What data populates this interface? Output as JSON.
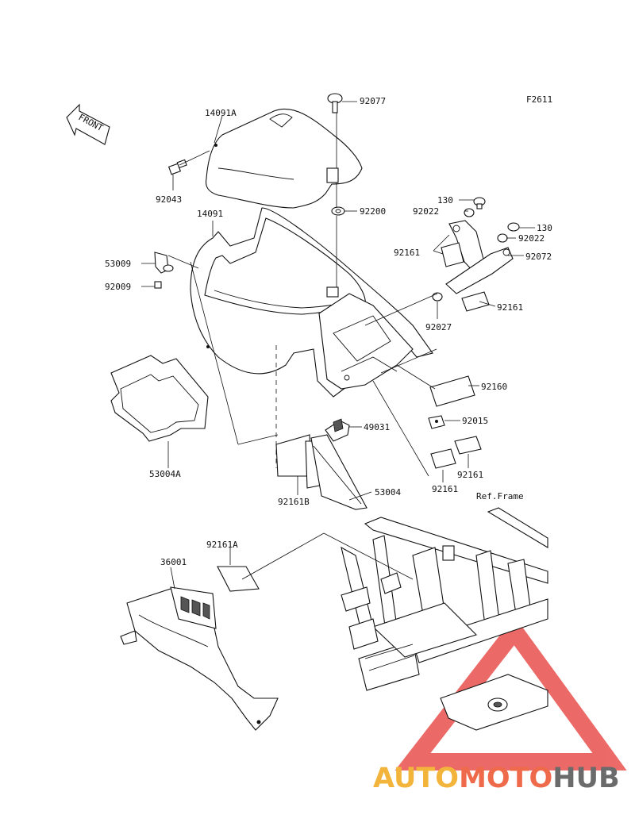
{
  "figure_code": "F2611",
  "front_label": "FRONT",
  "ref_label": "Ref.Frame",
  "watermark": {
    "part1": "AUTO",
    "part2": "MOTO",
    "part3": "HUB",
    "color1": "#f2b43a",
    "color2": "#ee6a4a",
    "color3": "#6b6b6b",
    "triangle_color": "#e53935"
  },
  "parts": [
    {
      "id": "14091A",
      "label": "14091A"
    },
    {
      "id": "92077",
      "label": "92077"
    },
    {
      "id": "92043",
      "label": "92043"
    },
    {
      "id": "92200",
      "label": "92200"
    },
    {
      "id": "14091",
      "label": "14091"
    },
    {
      "id": "130a",
      "label": "130"
    },
    {
      "id": "92022a",
      "label": "92022"
    },
    {
      "id": "130b",
      "label": "130"
    },
    {
      "id": "92022b",
      "label": "92022"
    },
    {
      "id": "53009",
      "label": "53009"
    },
    {
      "id": "92161a",
      "label": "92161"
    },
    {
      "id": "92072",
      "label": "92072"
    },
    {
      "id": "92009",
      "label": "92009"
    },
    {
      "id": "92161b",
      "label": "92161"
    },
    {
      "id": "92027",
      "label": "92027"
    },
    {
      "id": "92160",
      "label": "92160"
    },
    {
      "id": "92015",
      "label": "92015"
    },
    {
      "id": "49031",
      "label": "49031"
    },
    {
      "id": "53004A",
      "label": "53004A"
    },
    {
      "id": "92161c",
      "label": "92161"
    },
    {
      "id": "92161d",
      "label": "92161"
    },
    {
      "id": "92161B",
      "label": "92161B"
    },
    {
      "id": "53004",
      "label": "53004"
    },
    {
      "id": "92161A",
      "label": "92161A"
    },
    {
      "id": "36001",
      "label": "36001"
    }
  ]
}
